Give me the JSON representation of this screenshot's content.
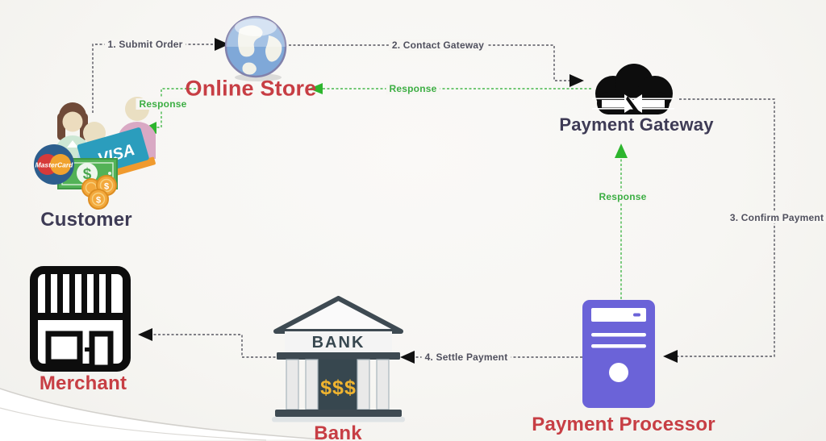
{
  "diagram": {
    "nodes": {
      "customer": {
        "label": "Customer"
      },
      "online_store": {
        "label": "Online Store"
      },
      "payment_gateway": {
        "label": "Payment Gateway"
      },
      "payment_processor": {
        "label": "Payment Processor"
      },
      "bank": {
        "label": "Bank"
      },
      "merchant": {
        "label": "Merchant"
      }
    },
    "flows": {
      "submit_order": "1. Submit Order",
      "contact_gateway": "2. Contact Gateway",
      "confirm_payment": "3. Confirm Payment",
      "settle_payment": "4. Settle Payment",
      "response_gateway_to_store": "Response",
      "response_store_to_customer": "Response",
      "response_processor_to_gateway": "Response"
    },
    "icon_texts": {
      "bank_sign": "BANK",
      "bank_money": "$$$",
      "visa": "VISA",
      "mastercard": "MasterCard",
      "dollar": "$"
    },
    "icons": {
      "customer": "people-with-credit-cards-icon",
      "online_store": "globe-icon",
      "payment_gateway": "cloud-transfer-icon",
      "payment_processor": "server-tower-icon",
      "bank": "bank-building-icon",
      "merchant": "storefront-icon"
    },
    "colors": {
      "label_red": "#c73e44",
      "label_navy": "#3e3b55",
      "flow_gray": "#50505e",
      "flow_green": "#3cae43",
      "server_purple": "#6b63d8",
      "icon_black": "#0d0d0d",
      "bank_slate": "#3e4a52",
      "gold": "#f0b42f"
    }
  }
}
